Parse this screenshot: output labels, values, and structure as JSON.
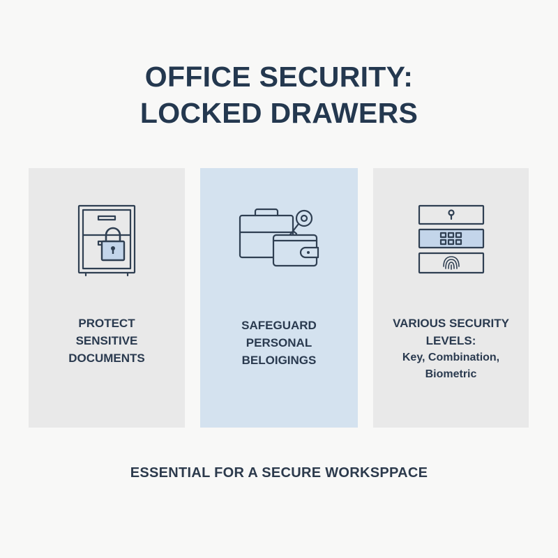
{
  "title": {
    "line1": "OFFICE SECURITY:",
    "line2": "LOCKED DRAWERS"
  },
  "cards": [
    {
      "icon": "locked-cabinet-icon",
      "lines": [
        "PROTECT",
        "SENSITIVE",
        "DOCUMENTS"
      ]
    },
    {
      "icon": "briefcase-wallet-key-icon",
      "lines": [
        "SAFEGUARD",
        "PERSONAL",
        "BELOIGINGS"
      ]
    },
    {
      "icon": "security-levels-icon",
      "lines": [
        "VARIOUS SECURITY",
        "LEVELS:"
      ],
      "sub_lines": [
        "Key, Combination,",
        "Biometric"
      ]
    }
  ],
  "footer": {
    "text": "ESSENTIAL FOR A SECURE WORKSPPACE"
  },
  "colors": {
    "background": "#f8f8f7",
    "card": "#e9e9e9",
    "card_highlight": "#d4e2ef",
    "text": "#24384f",
    "icon_fill": "#c3d5ea"
  }
}
